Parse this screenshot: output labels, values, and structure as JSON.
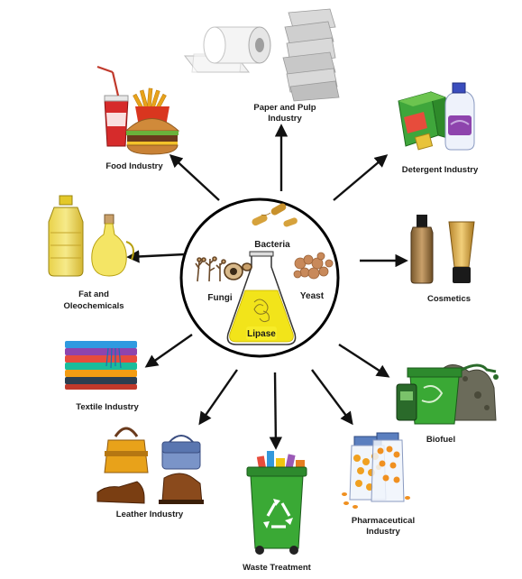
{
  "center": {
    "organisms": [
      "Bacteria",
      "Fungi",
      "Yeast"
    ],
    "enzyme": "Lipase"
  },
  "industries": {
    "paper": [
      "Paper and Pulp",
      "Industry"
    ],
    "food": "Food Industry",
    "detergent": "Detergent Industry",
    "fat": [
      "Fat and",
      "Oleochemicals"
    ],
    "cosmetics": "Cosmetics",
    "textile": "Textile Industry",
    "biofuel": "Biofuel",
    "leather": "Leather Industry",
    "pharma": [
      "Pharmaceutical",
      "Industry"
    ],
    "waste": "Waste Treatment"
  },
  "colors": {
    "arrow": "#111111",
    "flask_liquid": "#f2e41a",
    "bin_green": "#3aa935",
    "ring": "#000000"
  }
}
